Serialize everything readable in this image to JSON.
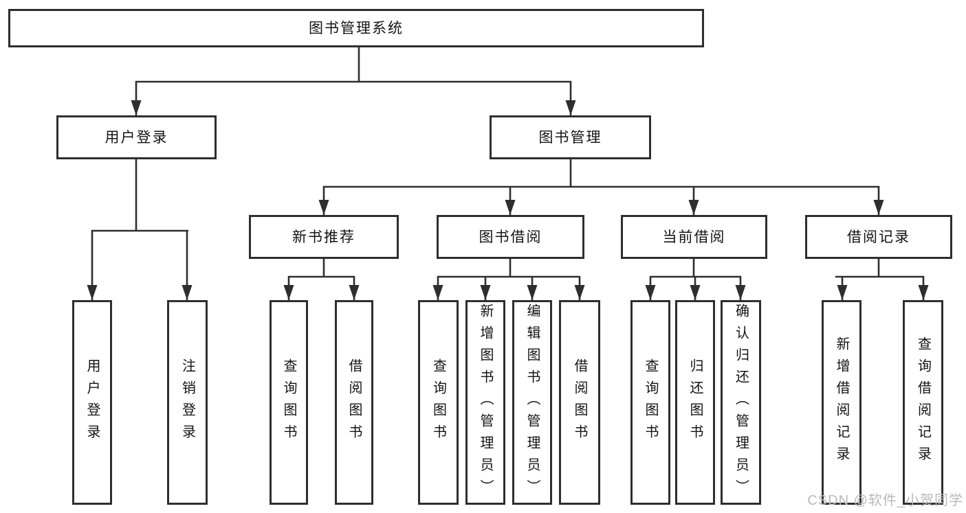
{
  "diagram": {
    "root": {
      "label": "图书管理系统"
    },
    "user_login": {
      "label": "用户登录",
      "children": {
        "login": {
          "label": "用户登录"
        },
        "logout": {
          "label": "注销登录"
        }
      }
    },
    "book_mgmt": {
      "label": "图书管理",
      "children": {
        "new_books": {
          "label": "新书推荐",
          "children": {
            "query": {
              "label": "查询图书"
            },
            "borrow": {
              "label": "借阅图书"
            }
          }
        },
        "book_borrow": {
          "label": "图书借阅",
          "children": {
            "query": {
              "label": "查询图书"
            },
            "add": {
              "label": "新增图书（管理员）"
            },
            "edit": {
              "label": "编辑图书（管理员）"
            },
            "borrow": {
              "label": "借阅图书"
            }
          }
        },
        "current_borrow": {
          "label": "当前借阅",
          "children": {
            "query": {
              "label": "查询图书"
            },
            "return": {
              "label": "归还图书"
            },
            "confirm": {
              "label": "确认归还（管理员）"
            }
          }
        },
        "borrow_records": {
          "label": "借阅记录",
          "children": {
            "add": {
              "label": "新增借阅记录"
            },
            "query": {
              "label": "查询借阅记录"
            }
          }
        }
      }
    },
    "watermark": "CSDN @软件_小贺同学"
  },
  "colors": {
    "line": "#2e2e2e",
    "text": "#141414",
    "watermark": "#b9b9b9",
    "background": "#ffffff"
  }
}
